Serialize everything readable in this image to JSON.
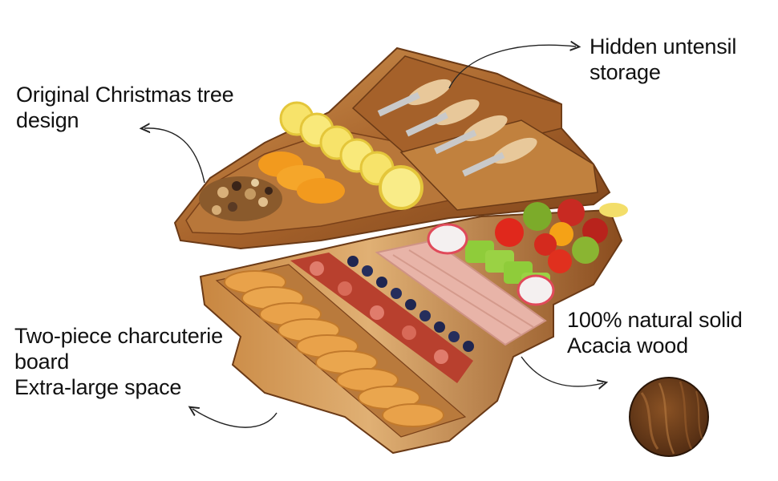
{
  "labels": {
    "tree_design": {
      "line1": "Original Christmas tree",
      "line2": "design"
    },
    "utensil_storage": {
      "line1": "Hidden untensil",
      "line2": "storage"
    },
    "charcuterie_board": {
      "line1": "Two-piece charcuterie",
      "line2": "board",
      "line3": "Extra-large space"
    },
    "natural_wood": {
      "line1": "100% natural solid",
      "line2": "Acacia wood"
    }
  },
  "icons": [
    "curved-arrow-icon",
    "wood-grain-swatch-icon"
  ],
  "colors": {
    "wood_light": "#c98a45",
    "wood_mid": "#9a5a25",
    "wood_dark": "#5e3414",
    "text": "#111111",
    "arrow": "#222222"
  }
}
